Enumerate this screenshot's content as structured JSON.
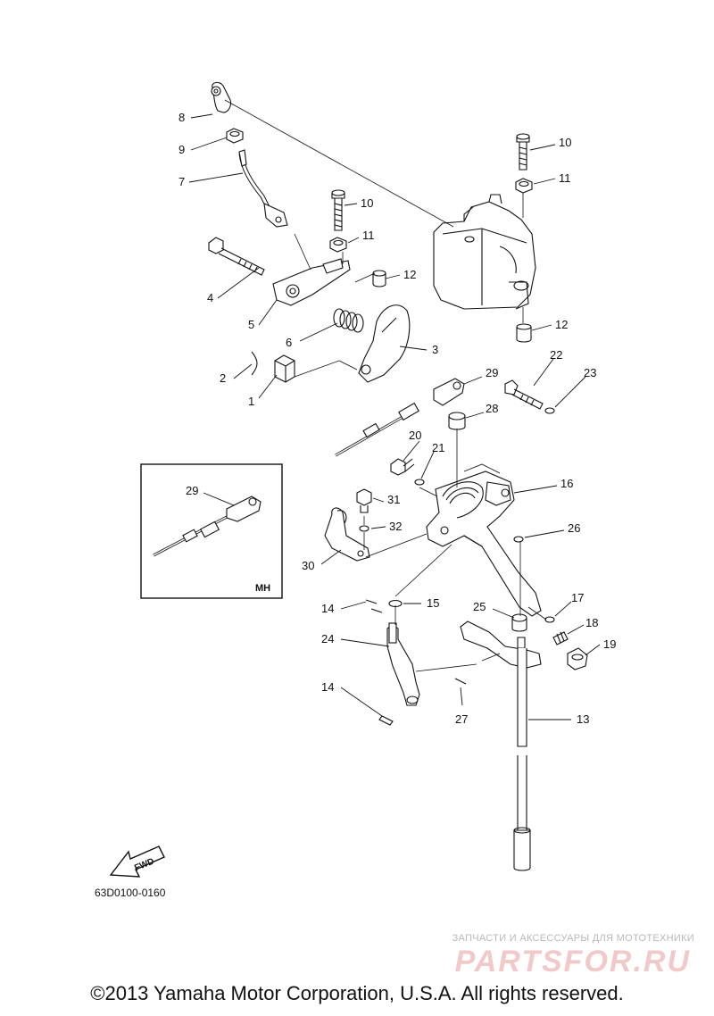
{
  "diagram": {
    "drawing_code": "63D0100-0160",
    "inset_label": "MH",
    "fwd_label": "FWD",
    "callouts": {
      "c1": "1",
      "c2": "2",
      "c3": "3",
      "c4": "4",
      "c5": "5",
      "c6": "6",
      "c7": "7",
      "c8": "8",
      "c9": "9",
      "c10a": "10",
      "c10b": "10",
      "c11a": "11",
      "c11b": "11",
      "c12a": "12",
      "c12b": "12",
      "c13": "13",
      "c14a": "14",
      "c14b": "14",
      "c15": "15",
      "c16": "16",
      "c17": "17",
      "c18": "18",
      "c19": "19",
      "c20": "20",
      "c21": "21",
      "c22": "22",
      "c23": "23",
      "c24": "24",
      "c25": "25",
      "c26": "26",
      "c27": "27",
      "c28": "28",
      "c29a": "29",
      "c29b": "29",
      "c30": "30",
      "c31": "31",
      "c32": "32"
    }
  },
  "footer": {
    "copyright": "©2013 Yamaha Motor Corporation, U.S.A. All rights reserved."
  },
  "watermark": {
    "tagline": "ЗАПЧАСТИ И АКСЕССУАРЫ ДЛЯ МОТОТЕХНИКИ",
    "logo": "PARTSFOR.RU"
  }
}
